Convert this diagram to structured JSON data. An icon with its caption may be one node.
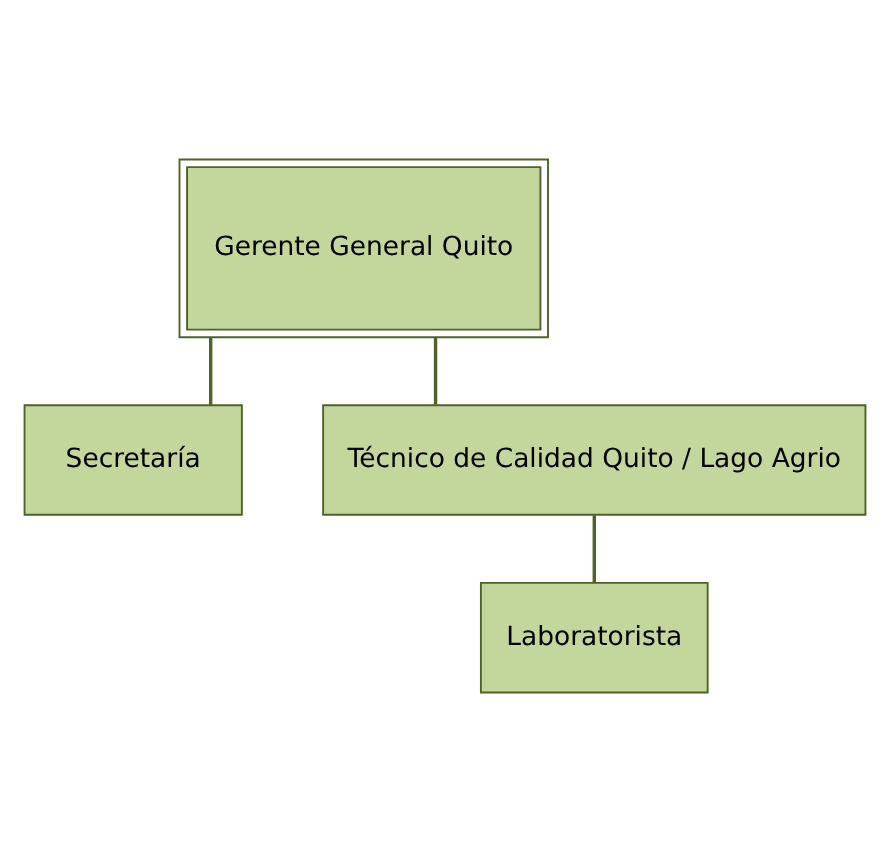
{
  "diagram": {
    "nodes": [
      {
        "text": [
          "Gerente General Quito"
        ]
      },
      {
        "text": [
          "Secretaría"
        ]
      },
      {
        "text": [
          "Técnico de Calidad Quito / Lago Agrio"
        ]
      },
      {
        "text": [
          "Laboratorista"
        ]
      }
    ],
    "edges": [
      {
        "from": 0,
        "to": 1,
        "arrow": "none"
      },
      {
        "from": 0,
        "to": 2,
        "arrow": "none"
      },
      {
        "from": 2,
        "to": 3,
        "arrow": "none"
      }
    ]
  }
}
